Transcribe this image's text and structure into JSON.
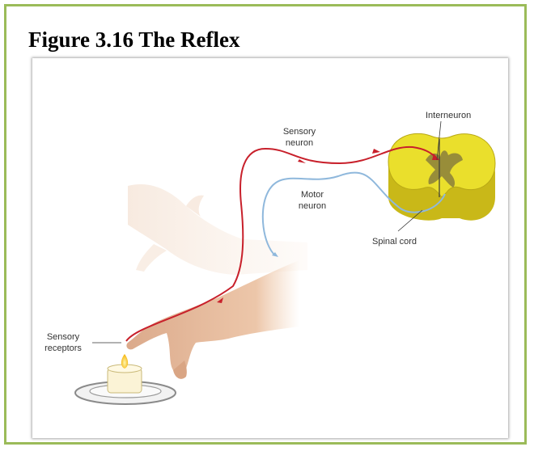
{
  "title": "Figure 3.16 The Reflex",
  "labels": {
    "interneuron": "Interneuron",
    "sensory_neuron": [
      "Sensory",
      "neuron"
    ],
    "motor_neuron": [
      "Motor",
      "neuron"
    ],
    "spinal_cord": "Spinal cord",
    "sensory_receptors": [
      "Sensory",
      "receptors"
    ]
  },
  "colors": {
    "frame_border": "#9bbb59",
    "sensory_neuron": "#c8202b",
    "motor_neuron": "#8fb8dc",
    "spinal_cord": "#e8dc2a",
    "skin": "#f0c9a8"
  }
}
